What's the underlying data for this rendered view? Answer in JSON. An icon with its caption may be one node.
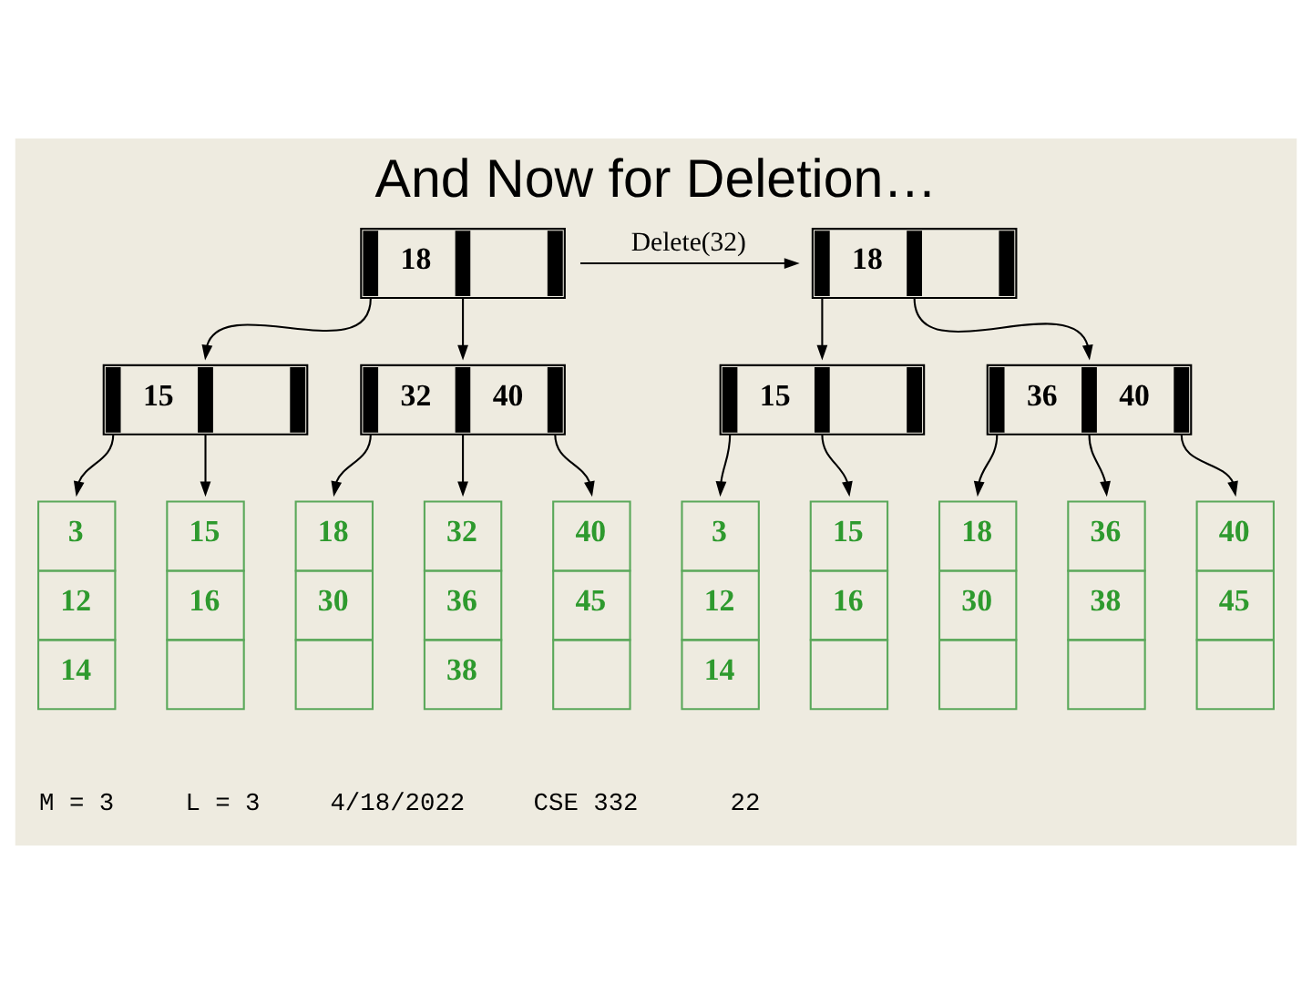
{
  "diagram": {
    "title": "And Now for Deletion…",
    "nodes": [
      {
        "text": [
          "18"
        ]
      },
      {
        "text": [
          "15"
        ]
      },
      {
        "text": [
          "32",
          "40"
        ]
      },
      {
        "text": [
          "3",
          "12",
          "14"
        ]
      },
      {
        "text": [
          "15",
          "16"
        ]
      },
      {
        "text": [
          "18",
          "30"
        ]
      },
      {
        "text": [
          "32",
          "36",
          "38"
        ]
      },
      {
        "text": [
          "40",
          "45"
        ]
      },
      {
        "text": [
          "18"
        ]
      },
      {
        "text": [
          "15"
        ]
      },
      {
        "text": [
          "36",
          "40"
        ]
      },
      {
        "text": [
          "3",
          "12",
          "14"
        ]
      },
      {
        "text": [
          "15",
          "16"
        ]
      },
      {
        "text": [
          "18",
          "30"
        ]
      },
      {
        "text": [
          "36",
          "38"
        ]
      },
      {
        "text": [
          "40",
          "45"
        ]
      }
    ],
    "edges": [
      {
        "from": 0,
        "to": 1,
        "arrow": "to"
      },
      {
        "from": 0,
        "to": 2,
        "arrow": "to"
      },
      {
        "from": 1,
        "to": 3,
        "arrow": "to"
      },
      {
        "from": 1,
        "to": 4,
        "arrow": "to"
      },
      {
        "from": 2,
        "to": 5,
        "arrow": "to"
      },
      {
        "from": 2,
        "to": 6,
        "arrow": "to"
      },
      {
        "from": 2,
        "to": 7,
        "arrow": "to"
      },
      {
        "from": 0,
        "to": 8,
        "arrow": "to",
        "label": "Delete(32)"
      },
      {
        "from": 8,
        "to": 9,
        "arrow": "to"
      },
      {
        "from": 8,
        "to": 10,
        "arrow": "to"
      },
      {
        "from": 9,
        "to": 11,
        "arrow": "to"
      },
      {
        "from": 9,
        "to": 12,
        "arrow": "to"
      },
      {
        "from": 10,
        "to": 13,
        "arrow": "to"
      },
      {
        "from": 10,
        "to": 14,
        "arrow": "to"
      },
      {
        "from": 10,
        "to": 15,
        "arrow": "to"
      }
    ],
    "labels": [
      "M = 3",
      "L = 3",
      "4/18/2022",
      "CSE 332",
      "22"
    ]
  }
}
